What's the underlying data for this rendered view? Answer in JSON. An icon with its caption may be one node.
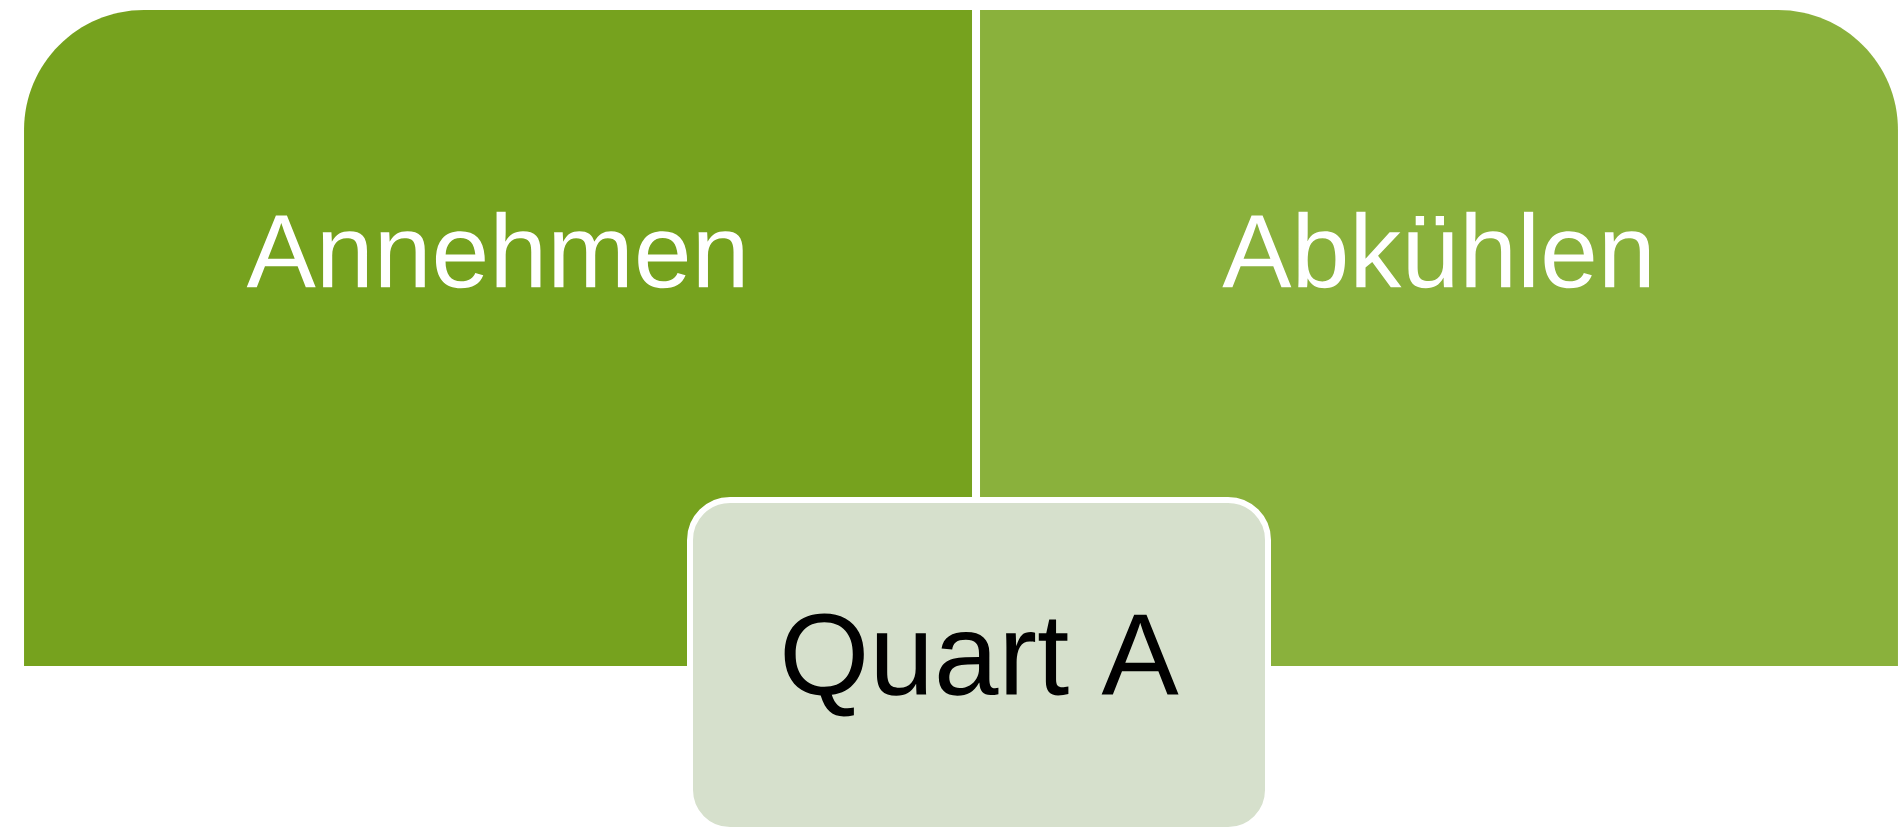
{
  "diagram": {
    "nodes": [
      {
        "text": [
          "Annehmen"
        ]
      },
      {
        "text": [
          "Abkühlen"
        ]
      },
      {
        "text": [
          "Quart A"
        ]
      }
    ]
  }
}
